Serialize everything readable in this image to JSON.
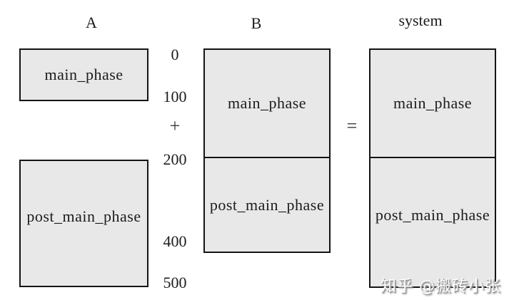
{
  "diagram": {
    "columns": [
      {
        "title": "A",
        "blocks": [
          "main_phase",
          "post_main_phase"
        ]
      },
      {
        "title": "B",
        "blocks": [
          "main_phase",
          "post_main_phase"
        ]
      },
      {
        "title": "system",
        "blocks": [
          "main_phase",
          "post_main_phase"
        ]
      }
    ],
    "scale_labels": [
      "0",
      "100",
      "200",
      "400",
      "500"
    ],
    "operators": {
      "plus": "+",
      "equals": "="
    }
  },
  "watermark": {
    "text": "知乎 @搬砖小张"
  },
  "colors": {
    "background": "#ffffff",
    "box_fill": "#e8e8e8",
    "box_border": "#141414",
    "text": "#1c1c1c",
    "watermark_text": "#fdfdfd",
    "watermark_shadow": "#8f8f8f"
  }
}
